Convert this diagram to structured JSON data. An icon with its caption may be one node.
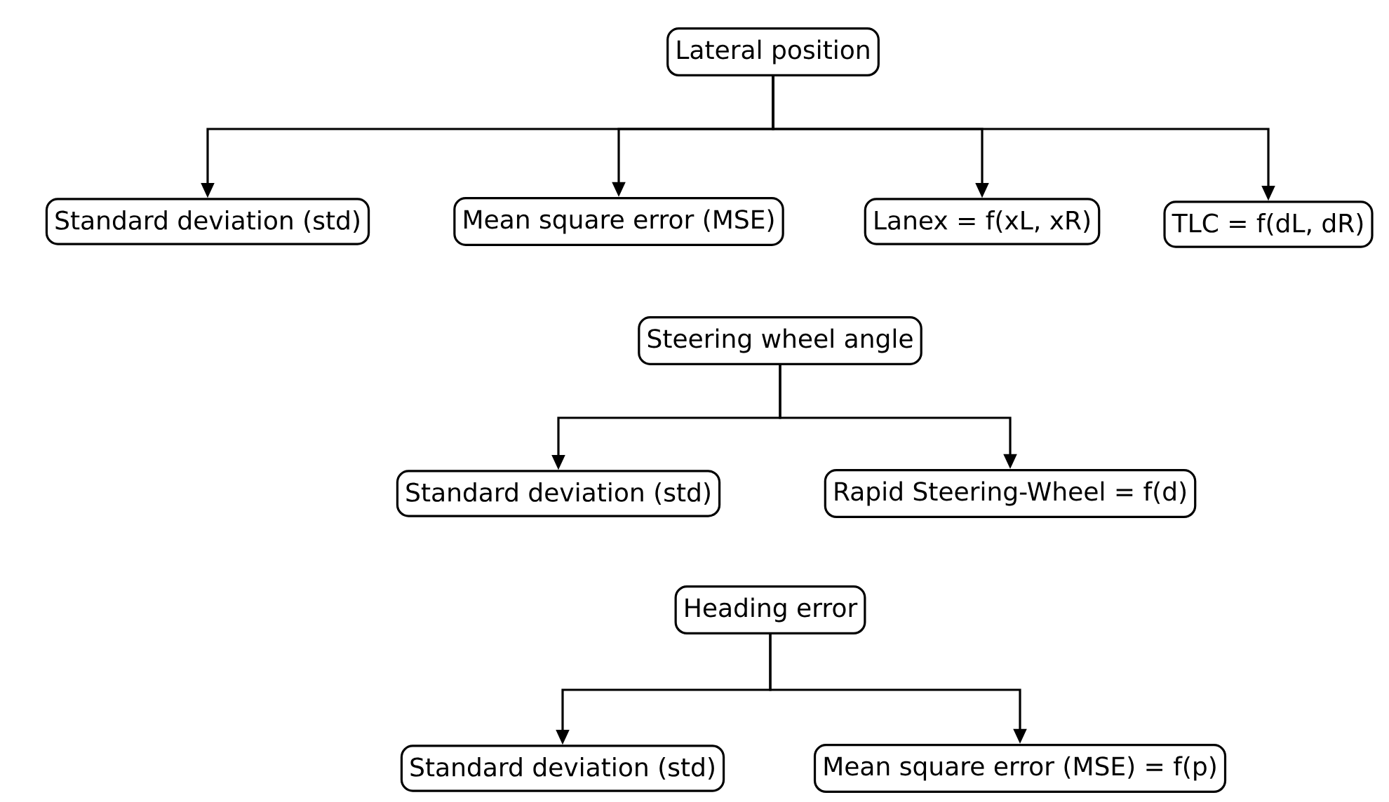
{
  "diagram": {
    "nodes": [
      {
        "text": [
          "Lateral position"
        ]
      },
      {
        "text": [
          "Standard deviation (std)"
        ]
      },
      {
        "text": [
          "Mean square error (MSE)"
        ]
      },
      {
        "text": [
          "Lanex = f(xL, xR)"
        ]
      },
      {
        "text": [
          "TLC = f(dL, dR)"
        ]
      },
      {
        "text": [
          "Steering wheel angle"
        ]
      },
      {
        "text": [
          "Standard deviation (std)"
        ]
      },
      {
        "text": [
          "Rapid Steering-Wheel = f(d)"
        ]
      },
      {
        "text": [
          "Heading error"
        ]
      },
      {
        "text": [
          "Standard deviation (std)"
        ]
      },
      {
        "text": [
          "Mean square error (MSE) = f(p)"
        ]
      }
    ],
    "edges": [
      {
        "from": 0,
        "to": 1,
        "arrow": "to"
      },
      {
        "from": 0,
        "to": 2,
        "arrow": "to"
      },
      {
        "from": 0,
        "to": 3,
        "arrow": "to"
      },
      {
        "from": 0,
        "to": 4,
        "arrow": "to"
      },
      {
        "from": 5,
        "to": 6,
        "arrow": "to"
      },
      {
        "from": 5,
        "to": 7,
        "arrow": "to"
      },
      {
        "from": 8,
        "to": 9,
        "arrow": "to"
      },
      {
        "from": 8,
        "to": 10,
        "arrow": "to"
      }
    ]
  }
}
